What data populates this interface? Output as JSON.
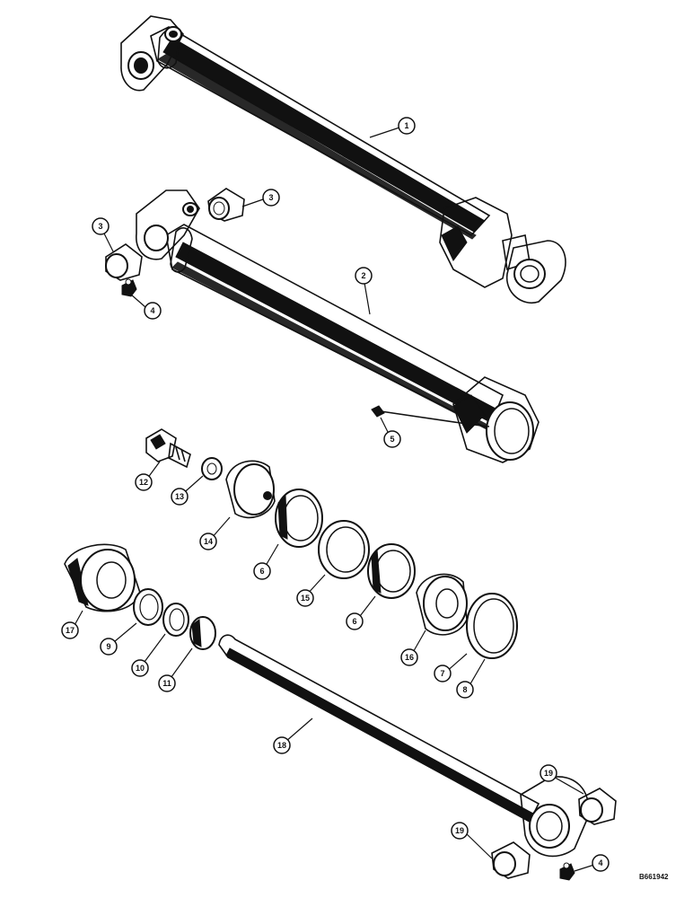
{
  "callouts": [
    {
      "label": "1"
    },
    {
      "label": "2"
    },
    {
      "label": "3"
    },
    {
      "label": "3"
    },
    {
      "label": "4"
    },
    {
      "label": "5"
    },
    {
      "label": "12"
    },
    {
      "label": "13"
    },
    {
      "label": "14"
    },
    {
      "label": "6"
    },
    {
      "label": "15"
    },
    {
      "label": "6"
    },
    {
      "label": "16"
    },
    {
      "label": "7"
    },
    {
      "label": "8"
    },
    {
      "label": "17"
    },
    {
      "label": "9"
    },
    {
      "label": "10"
    },
    {
      "label": "11"
    },
    {
      "label": "18"
    },
    {
      "label": "19"
    },
    {
      "label": "19"
    },
    {
      "label": "4"
    }
  ],
  "reference_code": "B661942",
  "colors": {
    "ink": "#111111",
    "paper": "#ffffff"
  }
}
